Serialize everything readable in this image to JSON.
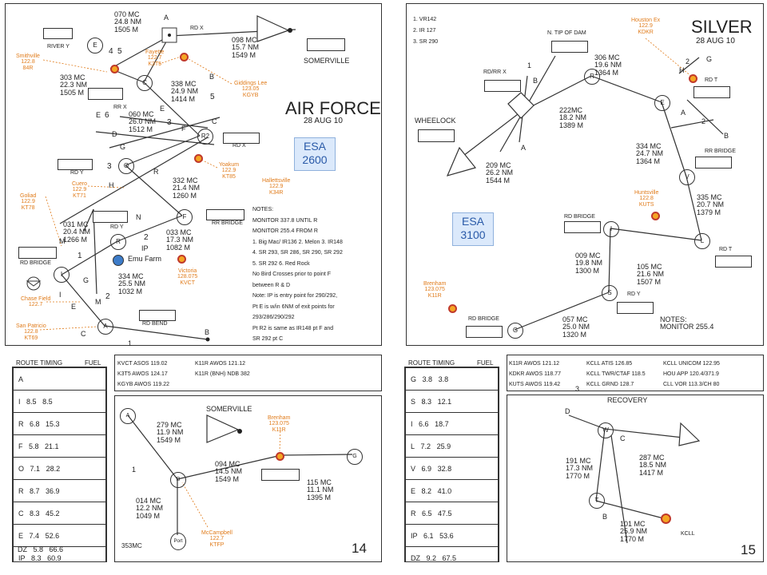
{
  "p14": {
    "title": "AIR FORCE",
    "date": "28 AUG 10",
    "esa_label": "ESA",
    "esa_value": "2600",
    "somerville": "SOMERVILLE",
    "page_num": "14",
    "legs": {
      "l070": [
        "070 MC",
        "24.8 NM",
        "1505 M"
      ],
      "l098": [
        "098 MC",
        "15.7 NM",
        "1549 M"
      ],
      "l303": [
        "303 MC",
        "22.3 NM",
        "1505 M"
      ],
      "l338": [
        "338 MC",
        "24.9 NM",
        "1414 M"
      ],
      "l060": [
        "060 MC",
        "26.0 NM",
        "1512 M"
      ],
      "l332": [
        "332 MC",
        "21.4 NM",
        "1260 M"
      ],
      "l031": [
        "031 MC",
        "20.4 NM",
        "1266 M"
      ],
      "l033": [
        "033 MC",
        "17.3 NM",
        "1082 M"
      ],
      "l334": [
        "334 MC",
        "25.5 NM",
        "1032 M"
      ]
    },
    "points": {
      "E": "E",
      "C": "C",
      "R2": "R2",
      "O": "O",
      "F": "F",
      "R": "R",
      "I": "I",
      "A": "A"
    },
    "labels": {
      "A_top": "A",
      "n4": "4",
      "n5": "5",
      "B": "B",
      "n5b": "5",
      "E_mid": "E",
      "E6": "E",
      "n6": "6",
      "D": "D",
      "n3": "3",
      "F_mid": "F",
      "C_mid": "C",
      "G": "G",
      "n3b": "3",
      "R_mid": "R",
      "H": "H",
      "N": "N",
      "M": "M",
      "n2": "2",
      "IP": "IP",
      "n1": "1",
      "G2": "G",
      "I2": "I",
      "n2b": "2",
      "M2": "M",
      "E2": "E",
      "C_bot": "C",
      "B_bot": "B",
      "n1b": "1"
    },
    "small_labels": {
      "riverY": "RIVER Y",
      "rdX1": "RD X",
      "rrX": "RR X",
      "rdX2": "RD X",
      "rdY1": "RD Y",
      "rdY2": "RD Y",
      "rrBridge": "RR BRIDGE",
      "rdBridge": "RD BRIDGE",
      "rdBend": "RD BEND",
      "emu": "Emu Farm"
    },
    "airports": {
      "smithville": [
        "Smithville",
        "122.8",
        "84R"
      ],
      "fayette": [
        "Fayette",
        "122.7",
        "K3T5"
      ],
      "giddings": [
        "Giddings Lee",
        "123.05",
        "KGYB"
      ],
      "yoakum": [
        "Yoakum",
        "122.9",
        "KT85"
      ],
      "hallettsville": [
        "Hallettsville",
        "122.9",
        "K34R"
      ],
      "cuero": [
        "Cuero",
        "122.9",
        "KT71"
      ],
      "goliad": [
        "Goliad",
        "122.9",
        "KT78"
      ],
      "victoria": [
        "Victoria",
        "128.075",
        "KVCT"
      ],
      "chase": [
        "Chase Field",
        "122.7"
      ],
      "sanpatricio": [
        "San Patricio",
        "122.8",
        "KT69"
      ]
    },
    "notes": [
      "NOTES:",
      "MONITOR 337.8 UNTIL R",
      "MONITOR 255.4 FROM R",
      "1. Big Mac/ IR136   2. Melon   3. IR148",
      "4. SR 293, SR 286, SR 290, SR 292",
      "5. SR 292 6. Red Rock",
      "No Bird Crosses prior to point F",
      "between R & D",
      "Note: IP is entry point for 290/292,",
      "Pt E is w/in 6NM of exit points for",
      "293/286/290/292",
      "Pt R2 is same as IR148 pt F and",
      "SR 292 pt C"
    ],
    "route_header": [
      "ROUTE TIMING",
      "FUEL"
    ],
    "route_rows": [
      [
        "A",
        "",
        ""
      ],
      [
        "I",
        "8.5",
        "8.5"
      ],
      [
        "R",
        "6.8",
        "15.3"
      ],
      [
        "F",
        "5.8",
        "21.1"
      ],
      [
        "O",
        "7.1",
        "28.2"
      ],
      [
        "R",
        "8.7",
        "36.9"
      ],
      [
        "C",
        "8.3",
        "45.2"
      ],
      [
        "E",
        "7.4",
        "52.6"
      ],
      [
        "IP",
        "8.3",
        "60.9"
      ],
      [
        "DZ",
        "5.8",
        "66.6"
      ]
    ],
    "freqs": [
      [
        "KVCT ASOS 119.02",
        "K11R AWOS 121.12"
      ],
      [
        "K3T5 AWOS 124.17",
        "K11R (BNH)  NDB 382"
      ],
      [
        "KGYB AWOS 119.22",
        ""
      ]
    ],
    "inset": {
      "somerville": "SOMERVILLE",
      "A": "A",
      "n1": "1",
      "B": "B",
      "G": "G",
      "port": "Port",
      "l279": [
        "279 MC",
        "11.9 NM",
        "1549 M"
      ],
      "l094": [
        "094 MC",
        "14.5 NM",
        "1549 M"
      ],
      "l014": [
        "014 MC",
        "12.2 NM",
        "1049 M"
      ],
      "l115": [
        "115 MC",
        "11.1 NM",
        "1395 M"
      ],
      "mc353": "353MC",
      "brenham": [
        "Brenham",
        "123.075",
        "K11R"
      ],
      "mccampbell": [
        "McCampbell",
        "122.7",
        "KTFP"
      ]
    }
  },
  "p15": {
    "title": "SILVER",
    "date": "28 AUG 10",
    "esa_label": "ESA",
    "esa_value": "3100",
    "wheelock": "WHEELOCK",
    "page_num": "15",
    "routes": [
      "1.  VR142",
      "2.  IR 127",
      "3.  SR 290"
    ],
    "legs": {
      "l306": [
        "306 MC",
        "19.6 NM",
        "1364 M"
      ],
      "l222": [
        "222MC",
        "18.2 NM",
        "1389 M"
      ],
      "l209": [
        "209 MC",
        "26.2 NM",
        "1544 M"
      ],
      "l334": [
        "334 MC",
        "24.7 NM",
        "1364 M"
      ],
      "l335": [
        "335 MC",
        "20.7 NM",
        "1379 M"
      ],
      "l009": [
        "009 MC",
        "19.8 NM",
        "1300 M"
      ],
      "l105": [
        "105 MC",
        "21.6 NM",
        "1507 M"
      ],
      "l057": [
        "057 MC",
        "25.0 NM",
        "1320 M"
      ]
    },
    "points": {
      "R": "R",
      "E": "E",
      "V": "V",
      "I": "I",
      "L": "L",
      "S": "S",
      "G": "G"
    },
    "labels": {
      "n1": "1",
      "B": "B",
      "A": "A",
      "n2": "2",
      "G": "G",
      "H": "H",
      "A2": "A",
      "n2b": "2",
      "B2": "B"
    },
    "small_labels": {
      "ntip": "N. TIP OF DAM",
      "rdrrX": "RD/RR X",
      "rdT1": "RD T",
      "rrBridge": "RR BRIDGE",
      "rdBridge1": "RD BRIDGE",
      "rdT2": "RD T",
      "rdY": "RD Y",
      "rdBridge2": "RD BRIDGE"
    },
    "airports": {
      "houston": [
        "Houston Ex",
        "122.9",
        "KDKR"
      ],
      "huntsville": [
        "Huntsville",
        "122.8",
        "KUTS"
      ],
      "brenham": [
        "Brenham",
        "123.075",
        "K11R"
      ]
    },
    "notes": [
      "NOTES:",
      "MONITOR 255.4"
    ],
    "route_header": [
      "ROUTE TIMING",
      "FUEL"
    ],
    "route_rows": [
      [
        "G",
        "3.8",
        "3.8"
      ],
      [
        "S",
        "8.3",
        "12.1"
      ],
      [
        "I",
        "6.6",
        "18.7"
      ],
      [
        "L",
        "7.2",
        "25.9"
      ],
      [
        "V",
        "6.9",
        "32.8"
      ],
      [
        "E",
        "8.2",
        "41.0"
      ],
      [
        "R",
        "6.5",
        "47.5"
      ],
      [
        "IP",
        "6.1",
        "53.6"
      ],
      [
        "DZ",
        "9.2",
        "67.5"
      ]
    ],
    "freqs": [
      [
        "K11R AWOS 121.12",
        "KCLL ATIS 126.85",
        "KCLL UNICOM 122.95"
      ],
      [
        "KDKR AWOS 118.77",
        "KCLL TWR/CTAF 118.5",
        "HOU APP 120.4/371.9"
      ],
      [
        "KUTS AWOS 119.42",
        "KCLL GRND 128.7",
        "CLL VOR 113.3/CH 80"
      ]
    ],
    "recovery": {
      "title": "RECOVERY",
      "n3": "3",
      "D": "D",
      "W": "W",
      "C": "C",
      "T": "T",
      "B": "B",
      "kcll": "KCLL",
      "l191": [
        "191 MC",
        "17.3 NM",
        "1770 M"
      ],
      "l287": [
        "287 MC",
        "18.5 NM",
        "1417 M"
      ],
      "l101": [
        "101 MC",
        "25.9 NM",
        "1770 M"
      ]
    }
  }
}
